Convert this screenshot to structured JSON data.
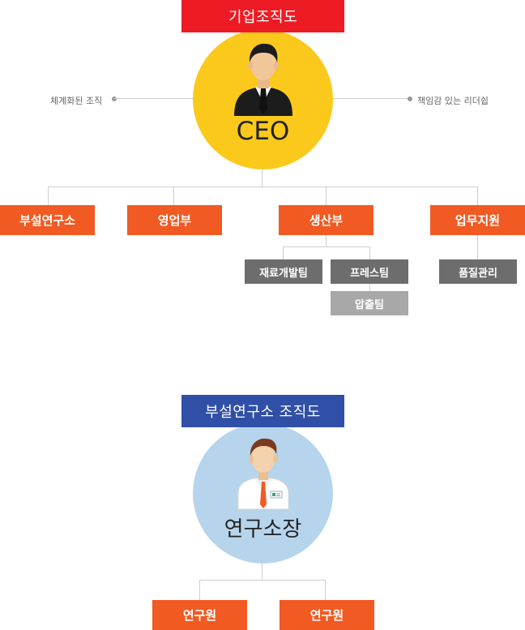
{
  "corporate": {
    "title": "기업조직도",
    "ceo_label": "CEO",
    "left_note": "체계화된 조직",
    "right_note": "책임감 있는 리더쉽",
    "departments": [
      {
        "label": "부설연구소"
      },
      {
        "label": "영업부"
      },
      {
        "label": "생산부"
      },
      {
        "label": "업무지원"
      }
    ],
    "production_teams": [
      {
        "label": "재료개발팀"
      },
      {
        "label": "프레스팀"
      },
      {
        "label": "압출팀"
      }
    ],
    "support_teams": [
      {
        "label": "품질관리"
      }
    ]
  },
  "lab": {
    "title": "부설연구소 조직도",
    "head_label": "연구소장",
    "members": [
      {
        "label": "연구원"
      },
      {
        "label": "연구원"
      }
    ]
  },
  "colors": {
    "red_banner": "#ed1c24",
    "blue_banner": "#3050a8",
    "yellow_circle": "#fbc91b",
    "blue_circle": "#b6d5ec",
    "orange_box": "#f15a22",
    "gray_box": "#6d6d6d",
    "light_gray_box": "#a8a8a8"
  },
  "icons": {
    "ceo": "businessman-icon",
    "lab_head": "researcher-icon"
  }
}
